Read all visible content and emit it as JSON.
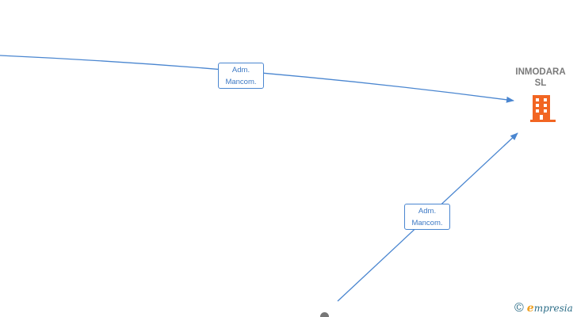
{
  "nodes": {
    "company": {
      "name_line1": "INMODARA",
      "name_line2": "SL",
      "icon": "building-icon",
      "icon_color": "#f26522"
    },
    "person": {
      "icon": "person-node"
    }
  },
  "edges": [
    {
      "label_line1": "Adm.",
      "label_line2": "Mancom."
    },
    {
      "label_line1": "Adm.",
      "label_line2": "Mancom."
    }
  ],
  "colors": {
    "edge": "#4a86d0",
    "label_text": "#3d79c4",
    "company_name": "#7a7a7a",
    "watermark": "#2d6e88",
    "watermark_accent": "#f0a020"
  },
  "watermark": {
    "copyright_symbol": "©",
    "brand_initial": "e",
    "brand_rest": "mpresia"
  }
}
